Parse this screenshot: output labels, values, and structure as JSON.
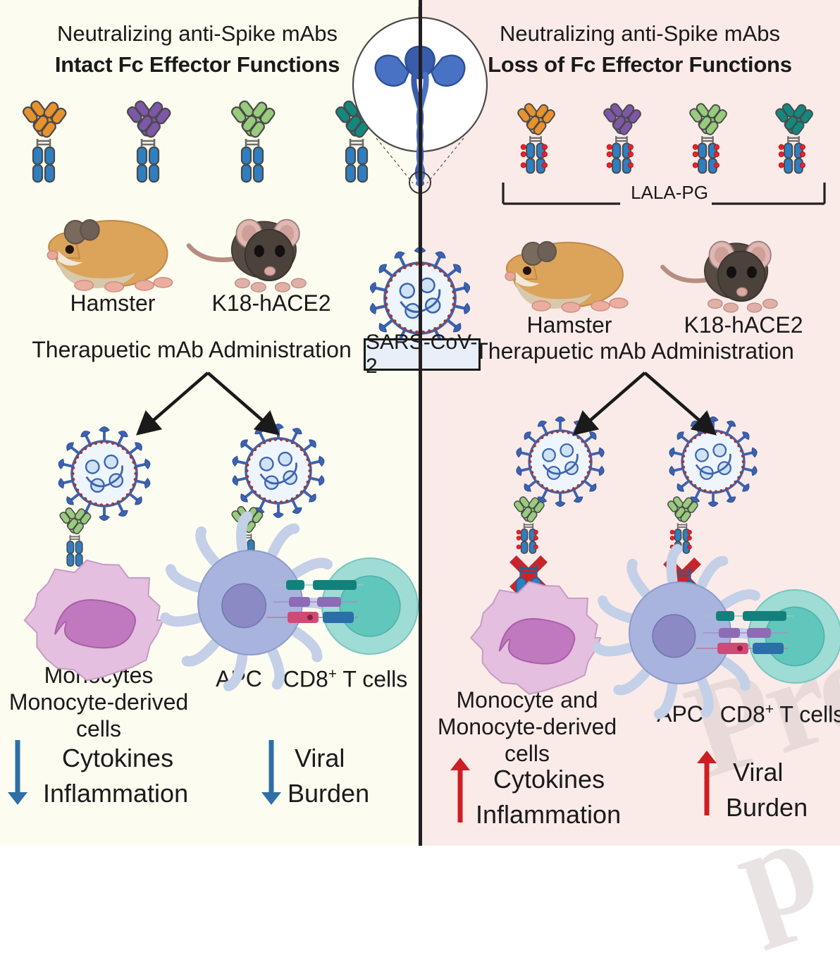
{
  "figure": {
    "type": "graphical-abstract",
    "topic": "Fc effector functions of neutralizing anti-Spike monoclonal antibodies in SARS-CoV-2 animal models",
    "watermark": "Pre-p"
  },
  "colors": {
    "left_bg": "#FCFCF0",
    "right_bg": "#FAEBE9",
    "divider": "#231f20",
    "antibody_orange": "#E8922E",
    "antibody_purple": "#7E57A8",
    "antibody_lightgreen": "#98CB7C",
    "antibody_teal": "#12897E",
    "antibody_fc_blue": "#2E7FC1",
    "mutation_red": "#E8222A",
    "arrow_down_blue": "#2E6FA7",
    "arrow_up_red": "#CC1F24",
    "virus_blue": "#3D63B0",
    "virus_red": "#9E3B3B",
    "monocyte_pink": "#E2BDDD",
    "apc_blue": "#A8B4DE",
    "tcell_teal": "#9ADBD4",
    "spike_box": "#E8EFF8"
  },
  "center": {
    "spike_label": "Spike",
    "virus_label": "SARS-CoV-2"
  },
  "left": {
    "header_line1": "Neutralizing anti-Spike mAbs",
    "header_line2": "Intact Fc Effector Functions",
    "antibodies": [
      {
        "name": "mab-orange",
        "fab_color": "#E8922E",
        "fc_color": "#2E7FC1",
        "mutated": false
      },
      {
        "name": "mab-purple",
        "fab_color": "#7E57A8",
        "fc_color": "#2E7FC1",
        "mutated": false
      },
      {
        "name": "mab-lightgreen",
        "fab_color": "#98CB7C",
        "fc_color": "#2E7FC1",
        "mutated": false
      },
      {
        "name": "mab-teal",
        "fab_color": "#12897E",
        "fc_color": "#2E7FC1",
        "mutated": false
      }
    ],
    "animals": [
      {
        "name": "hamster",
        "label": "Hamster"
      },
      {
        "name": "k18-hace2-mouse",
        "label": "K18-hACE2"
      }
    ],
    "administration": "Therapuetic mAb Administration",
    "cell_labels": {
      "monocyte_line1": "Monocytes",
      "monocyte_line2": "Monocyte-derived",
      "monocyte_line3": "cells",
      "apc": "APC",
      "tcell_prefix": "CD8",
      "tcell_sup": "+",
      "tcell_suffix": " T cells"
    },
    "outcomes": [
      {
        "name": "cytokines-inflammation",
        "direction": "down",
        "line1": "Cytokines",
        "line2": "Inflammation"
      },
      {
        "name": "viral-burden",
        "direction": "down",
        "line1": "Viral",
        "line2": "Burden"
      }
    ]
  },
  "right": {
    "header_line1": "Neutralizing anti-Spike  mAbs",
    "header_line2": "Loss of  Fc Effector Functions",
    "antibodies": [
      {
        "name": "mab-orange-lalapg",
        "fab_color": "#E8922E",
        "fc_color": "#2E7FC1",
        "mutated": true
      },
      {
        "name": "mab-purple-lalapg",
        "fab_color": "#7E57A8",
        "fc_color": "#2E7FC1",
        "mutated": true
      },
      {
        "name": "mab-lightgreen-lalapg",
        "fab_color": "#98CB7C",
        "fc_color": "#2E7FC1",
        "mutated": true
      },
      {
        "name": "mab-teal-lalapg",
        "fab_color": "#12897E",
        "fc_color": "#2E7FC1",
        "mutated": true
      }
    ],
    "bracket_label": "LALA-PG",
    "animals": [
      {
        "name": "hamster",
        "label": "Hamster"
      },
      {
        "name": "k18-hace2-mouse",
        "label": "K18-hACE2"
      }
    ],
    "administration": "Therapuetic mAb Administration",
    "cell_labels": {
      "monocyte_line1": "Monocyte and",
      "monocyte_line2": "Monocyte-derived",
      "monocyte_line3": "cells",
      "apc": "APC",
      "tcell_prefix": "CD8",
      "tcell_sup": "+",
      "tcell_suffix": " T cells"
    },
    "outcomes": [
      {
        "name": "cytokines-inflammation",
        "direction": "up",
        "line1": "Cytokines",
        "line2": "Inflammation"
      },
      {
        "name": "viral-burden",
        "direction": "up",
        "line1": "Viral",
        "line2": "Burden"
      }
    ]
  }
}
